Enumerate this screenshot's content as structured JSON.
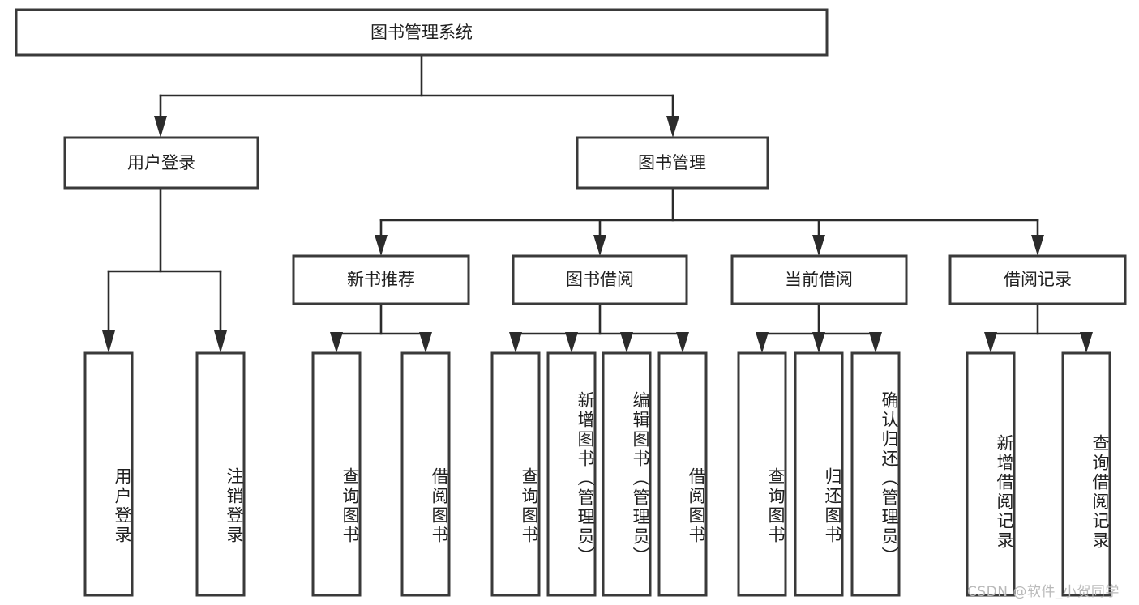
{
  "diagram": {
    "type": "tree",
    "orientation": "top-down",
    "title_node": "图书管理系统",
    "background_color": "#ffffff",
    "line_color": "#2b2b2b",
    "box_stroke_color": "#3a3a3a",
    "box_fill_color": "#ffffff",
    "text_color": "#1f1f1f",
    "levels": 4
  },
  "root": {
    "label": "图书管理系统"
  },
  "level2": {
    "nodes": [
      {
        "label": "用户登录"
      },
      {
        "label": "图书管理"
      }
    ]
  },
  "level3": {
    "nodes": [
      {
        "label": "新书推荐"
      },
      {
        "label": "图书借阅"
      },
      {
        "label": "当前借阅"
      },
      {
        "label": "借阅记录"
      }
    ]
  },
  "leaves": {
    "user_login": [
      {
        "label": "用户登录"
      },
      {
        "label": "注销登录"
      }
    ],
    "new_book_recommend": [
      {
        "label": "查询图书"
      },
      {
        "label": "借阅图书"
      }
    ],
    "book_borrow": [
      {
        "label": "查询图书"
      },
      {
        "label": "新增图书（管理员）"
      },
      {
        "label": "编辑图书（管理员）"
      },
      {
        "label": "借阅图书"
      }
    ],
    "current_borrow": [
      {
        "label": "查询图书"
      },
      {
        "label": "归还图书"
      },
      {
        "label": "确认归还（管理员）"
      }
    ],
    "borrow_record": [
      {
        "label": "新增借阅记录"
      },
      {
        "label": "查询借阅记录"
      }
    ]
  },
  "watermark": {
    "text": "CSDN @软件_小贺同学"
  }
}
